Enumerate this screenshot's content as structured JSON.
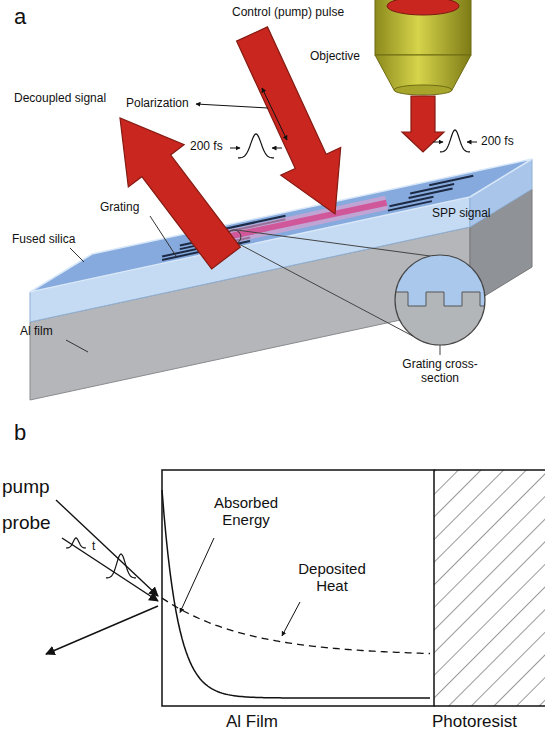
{
  "diagram": {
    "labels": [
      "a",
      "Control (pump) pulse",
      "Objective",
      "Polarization",
      "200 fs",
      "200 fs",
      "Decoupled signal",
      "Grating",
      "SPP signal",
      "Fused silica",
      "Al film",
      "Grating cross-section",
      "b",
      "pump",
      "probe",
      "t",
      "Absorbed Energy",
      "Deposited Heat",
      "Al Film",
      "Photoresist"
    ]
  }
}
